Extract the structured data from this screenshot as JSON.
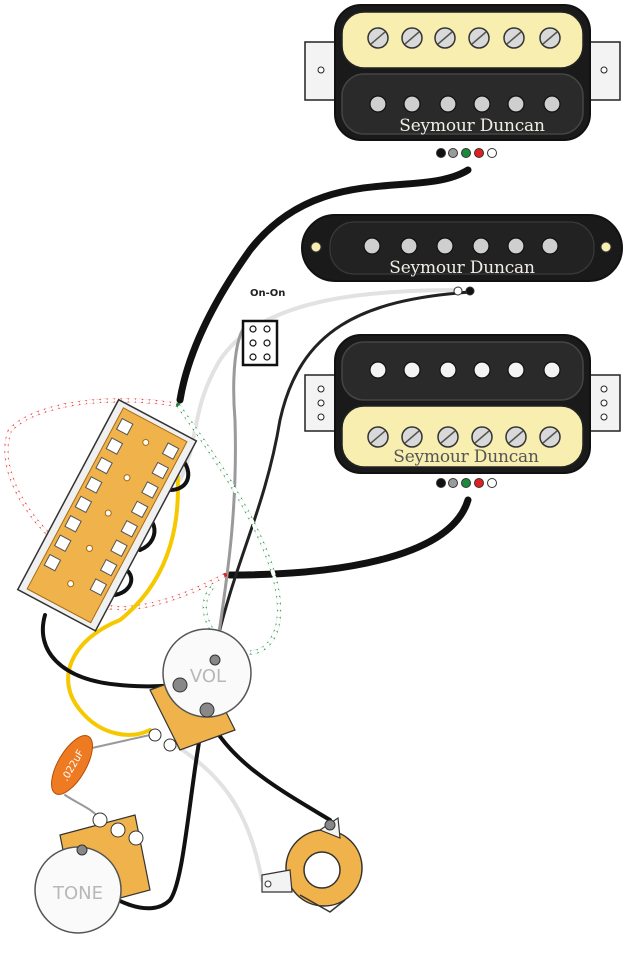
{
  "pickups": {
    "neck_brand": "Seymour Duncan",
    "middle_brand": "Seymour Duncan",
    "bridge_brand": "Seymour Duncan"
  },
  "switch": {
    "label": "On-On"
  },
  "volume_pot": {
    "label": "VOL"
  },
  "tone_pot": {
    "label": "TONE"
  },
  "capacitor": {
    "label": ".022uF"
  },
  "colors": {
    "zebra_cream": "#f7eeb0",
    "pickup_black": "#1a1a1a",
    "lug_orange": "#f0b24a",
    "cap_orange": "#ee7a22",
    "wire_red": "#e02020",
    "wire_green": "#1a8a3a",
    "wire_yellow": "#f5c800",
    "wire_gray": "#9a9a9a",
    "wire_white": "#dddddd"
  }
}
